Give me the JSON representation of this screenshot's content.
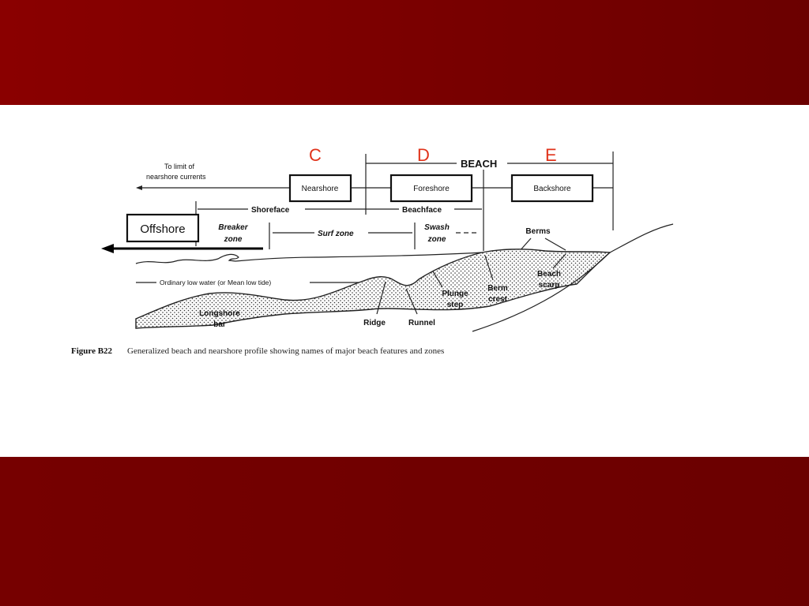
{
  "letters": {
    "c": "C",
    "d": "D",
    "e": "E"
  },
  "labels": {
    "beach": "BEACH",
    "to_limit_1": "To limit of",
    "to_limit_2": "nearshore currents",
    "nearshore": "Nearshore",
    "foreshore": "Foreshore",
    "backshore": "Backshore",
    "shoreface": "Shoreface",
    "beachface": "Beachface",
    "offshore": "Offshore",
    "breaker_1": "Breaker",
    "breaker_2": "zone",
    "surf_zone": "Surf  zone",
    "swash_1": "Swash",
    "swash_2": "zone",
    "berms": "Berms",
    "ordinary_low_water": "Ordinary low water (or Mean low tide)",
    "longshore_1": "Longshore",
    "longshore_2": "bar",
    "ridge": "Ridge",
    "runnel": "Runnel",
    "plunge_1": "Plunge",
    "plunge_2": "step",
    "berm_crest_1": "Berm",
    "berm_crest_2": "crest",
    "beach_scarp_1": "Beach",
    "beach_scarp_2": "scarp"
  },
  "caption": {
    "figure": "Figure B22",
    "text": "Generalized beach and nearshore profile showing names of major beach features and zones"
  },
  "colors": {
    "band": "#7a0000",
    "letters": "#e0321a"
  }
}
